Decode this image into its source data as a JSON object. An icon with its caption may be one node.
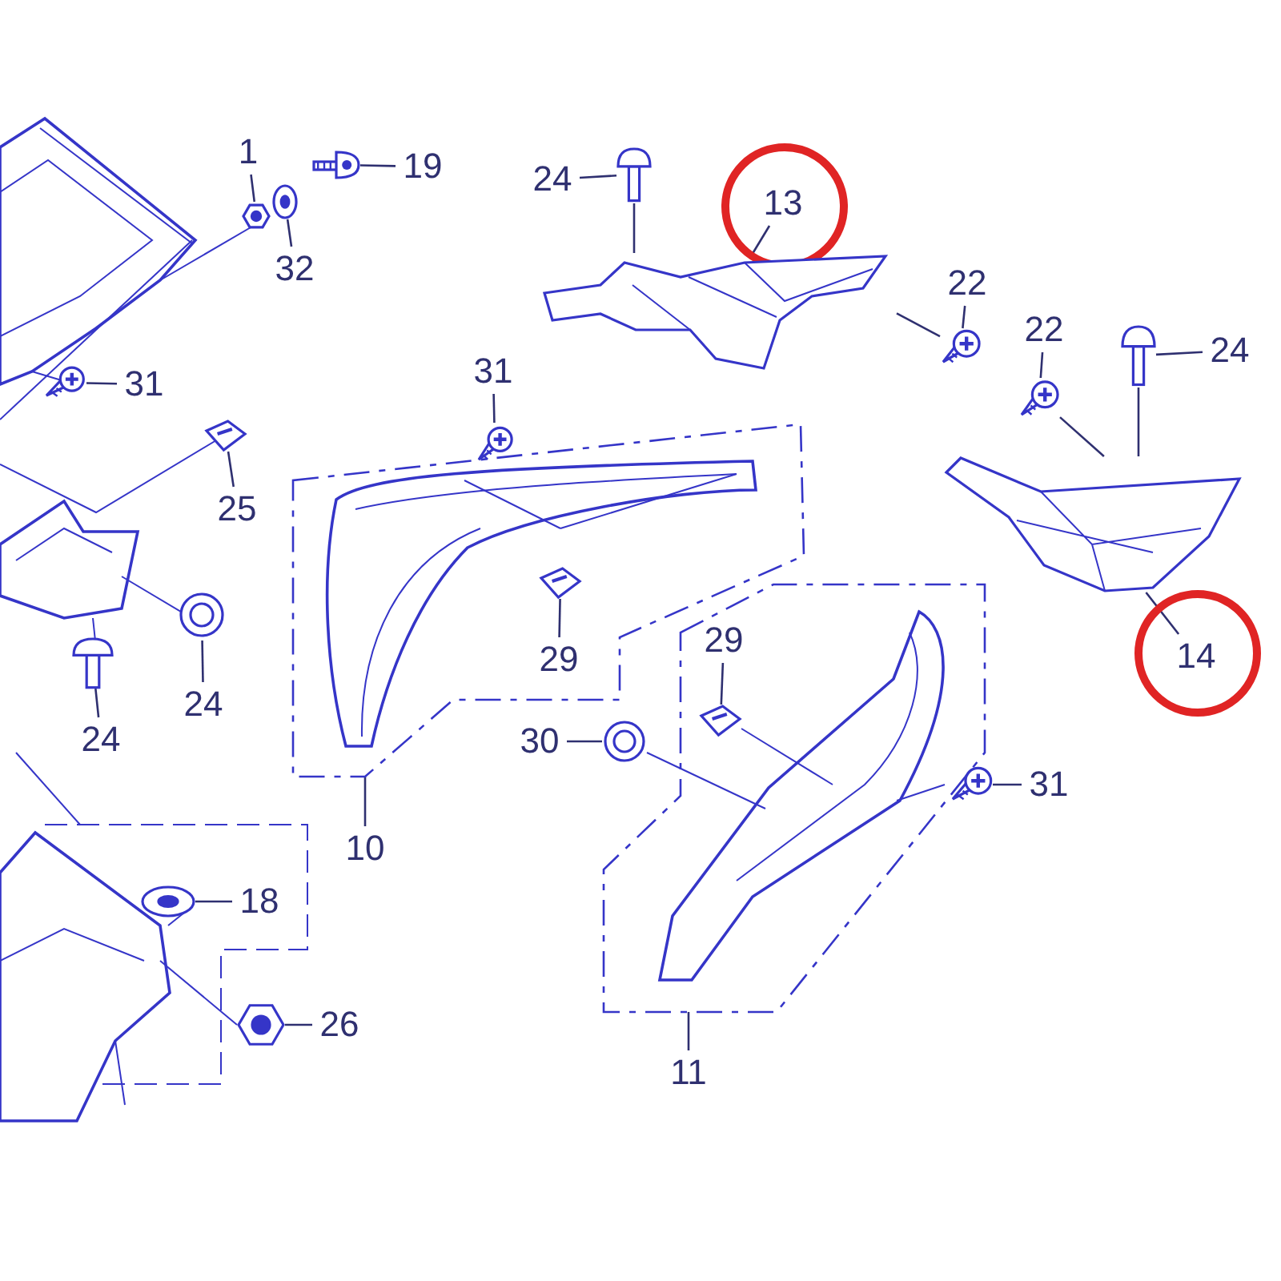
{
  "diagram": {
    "nodes": [
      {
        "text": [],
        "shape": "box"
      },
      {
        "text": [],
        "shape": "box"
      },
      {
        "text": [
          "1"
        ]
      },
      {
        "text": [
          "32"
        ]
      },
      {
        "text": [
          "19"
        ]
      },
      {
        "text": [
          "24"
        ]
      },
      {
        "text": [
          "13"
        ]
      },
      {
        "text": [
          "22"
        ]
      },
      {
        "text": [
          "22"
        ]
      },
      {
        "text": [
          "24"
        ]
      },
      {
        "text": [
          "31"
        ]
      },
      {
        "text": [
          "31"
        ]
      },
      {
        "text": [
          "25"
        ]
      },
      {
        "text": [
          "29"
        ],
        "in": 0
      },
      {
        "text": [
          "14"
        ]
      },
      {
        "text": [
          "24"
        ]
      },
      {
        "text": [
          "24"
        ]
      },
      {
        "text": [
          "29"
        ],
        "in": 1
      },
      {
        "text": [
          "30"
        ]
      },
      {
        "text": [
          "31"
        ]
      },
      {
        "text": [
          "10"
        ]
      },
      {
        "text": [
          "18"
        ]
      },
      {
        "text": [
          "26"
        ]
      },
      {
        "text": [
          "11"
        ]
      },
      {
        "text": [],
        "shape": "picture"
      },
      {
        "text": [],
        "shape": "picture"
      },
      {
        "text": [],
        "shape": "picture"
      },
      {
        "text": [],
        "shape": "picture"
      },
      {
        "text": [],
        "shape": "picture"
      },
      {
        "text": [],
        "shape": "picture"
      },
      {
        "text": [],
        "shape": "picture"
      },
      {
        "text": [],
        "shape": "picture"
      },
      {
        "text": [],
        "shape": "picture"
      },
      {
        "text": [],
        "shape": "picture"
      },
      {
        "text": [],
        "shape": "picture"
      },
      {
        "text": [],
        "shape": "picture",
        "in": 0
      },
      {
        "text": [],
        "shape": "picture"
      },
      {
        "text": [],
        "shape": "picture"
      },
      {
        "text": [],
        "shape": "picture"
      },
      {
        "text": [],
        "shape": "picture",
        "in": 1
      },
      {
        "text": [],
        "shape": "picture"
      },
      {
        "text": [],
        "shape": "picture"
      },
      {
        "text": [],
        "shape": "picture"
      },
      {
        "text": [],
        "shape": "picture"
      }
    ],
    "edges": [
      {
        "from": 2,
        "to": 24,
        "arrow": "none"
      },
      {
        "from": 3,
        "to": 25,
        "arrow": "none"
      },
      {
        "from": 4,
        "to": 26,
        "arrow": "none"
      },
      {
        "from": 5,
        "to": 27,
        "arrow": "none"
      },
      {
        "from": 6,
        "to": 28,
        "arrow": "none"
      },
      {
        "from": 7,
        "to": 29,
        "arrow": "none"
      },
      {
        "from": 8,
        "to": 30,
        "arrow": "none"
      },
      {
        "from": 9,
        "to": 31,
        "arrow": "none"
      },
      {
        "from": 10,
        "to": 32,
        "arrow": "none"
      },
      {
        "from": 11,
        "to": 33,
        "arrow": "none"
      },
      {
        "from": 12,
        "to": 34,
        "arrow": "none"
      },
      {
        "from": 13,
        "to": 35,
        "arrow": "none"
      },
      {
        "from": 14,
        "to": 36,
        "arrow": "none"
      },
      {
        "from": 15,
        "to": 37,
        "arrow": "none"
      },
      {
        "from": 16,
        "to": 38,
        "arrow": "none"
      },
      {
        "from": 17,
        "to": 39,
        "arrow": "none"
      },
      {
        "from": 18,
        "to": 40,
        "arrow": "none"
      },
      {
        "from": 19,
        "to": 41,
        "arrow": "none"
      },
      {
        "from": 20,
        "to": 0,
        "arrow": "none"
      },
      {
        "from": 21,
        "to": 42,
        "arrow": "none"
      },
      {
        "from": 22,
        "to": 43,
        "arrow": "none"
      },
      {
        "from": 23,
        "to": 1,
        "arrow": "none"
      },
      {
        "from": 27,
        "to": 28,
        "arrow": "none"
      },
      {
        "from": 29,
        "to": 28,
        "arrow": "none"
      },
      {
        "from": 30,
        "to": 36,
        "arrow": "none"
      },
      {
        "from": 31,
        "to": 36,
        "arrow": "none"
      }
    ]
  }
}
